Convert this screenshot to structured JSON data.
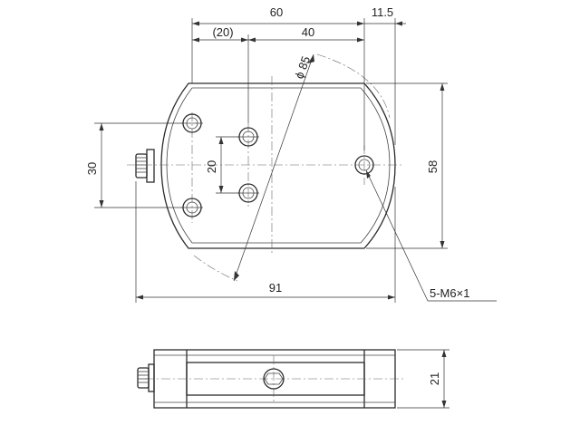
{
  "dimensions": {
    "top_overall": "60",
    "top_offset": "11.5",
    "top_ref": "(20)",
    "top_spacing": "40",
    "diameter": "ϕ 85",
    "height_left": "30",
    "height_inner": "20",
    "height_right": "58",
    "width_bottom": "91",
    "thread_note": "5-M6×1",
    "side_height": "21"
  }
}
